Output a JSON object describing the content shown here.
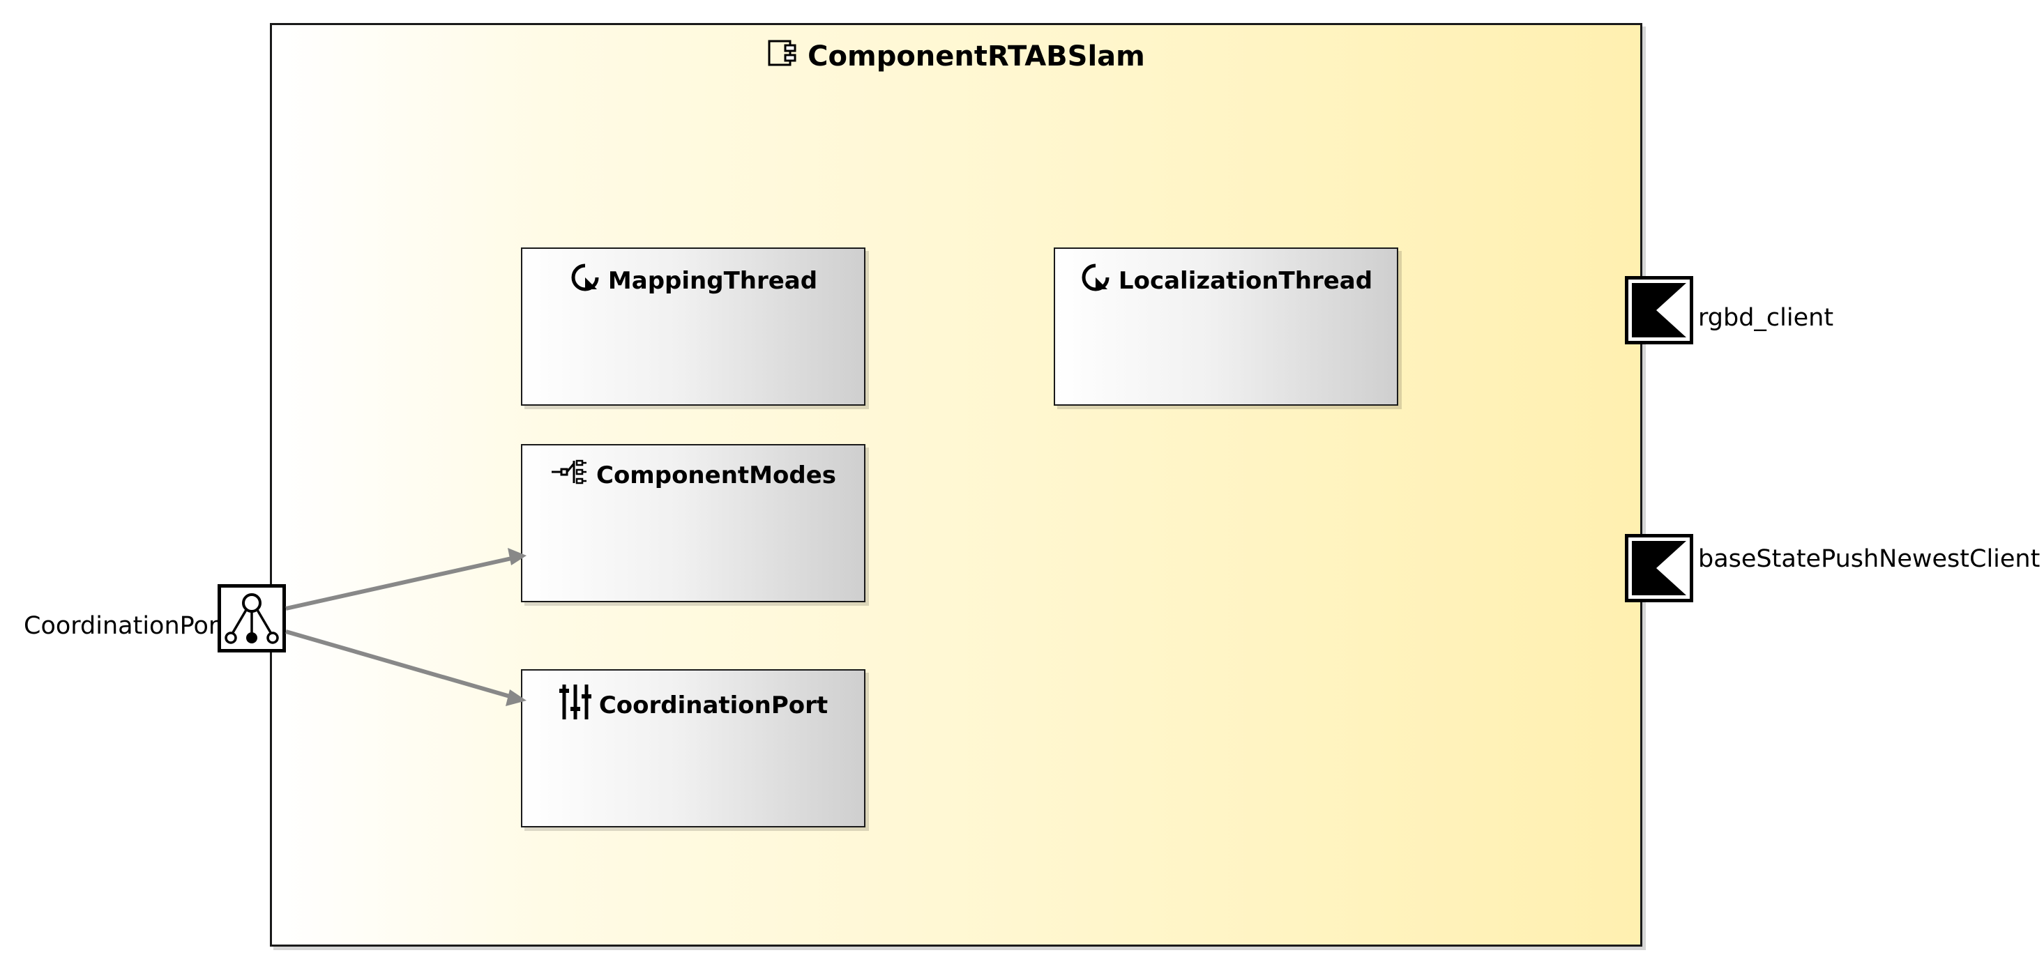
{
  "component": {
    "title": "ComponentRTABSlam",
    "icon": "component-icon"
  },
  "boxes": [
    {
      "label": "MappingThread",
      "icon": "thread-loop-icon"
    },
    {
      "label": "LocalizationThread",
      "icon": "thread-loop-icon"
    },
    {
      "label": "ComponentModes",
      "icon": "modes-tree-icon"
    },
    {
      "label": "CoordinationPort",
      "icon": "sliders-icon"
    }
  ],
  "ports": {
    "coordination": {
      "label": "CoordinationPort",
      "icon": "coordination-port-icon"
    },
    "rgbd_client": {
      "label": "rgbd_client",
      "icon": "client-port-icon"
    },
    "base_state_client": {
      "label": "baseStatePushNewestClient",
      "icon": "client-port-icon"
    }
  },
  "colors": {
    "component_fill_end": "#fff0b0",
    "box_fill_end": "#cfcfcf",
    "arrow": "#888888"
  }
}
